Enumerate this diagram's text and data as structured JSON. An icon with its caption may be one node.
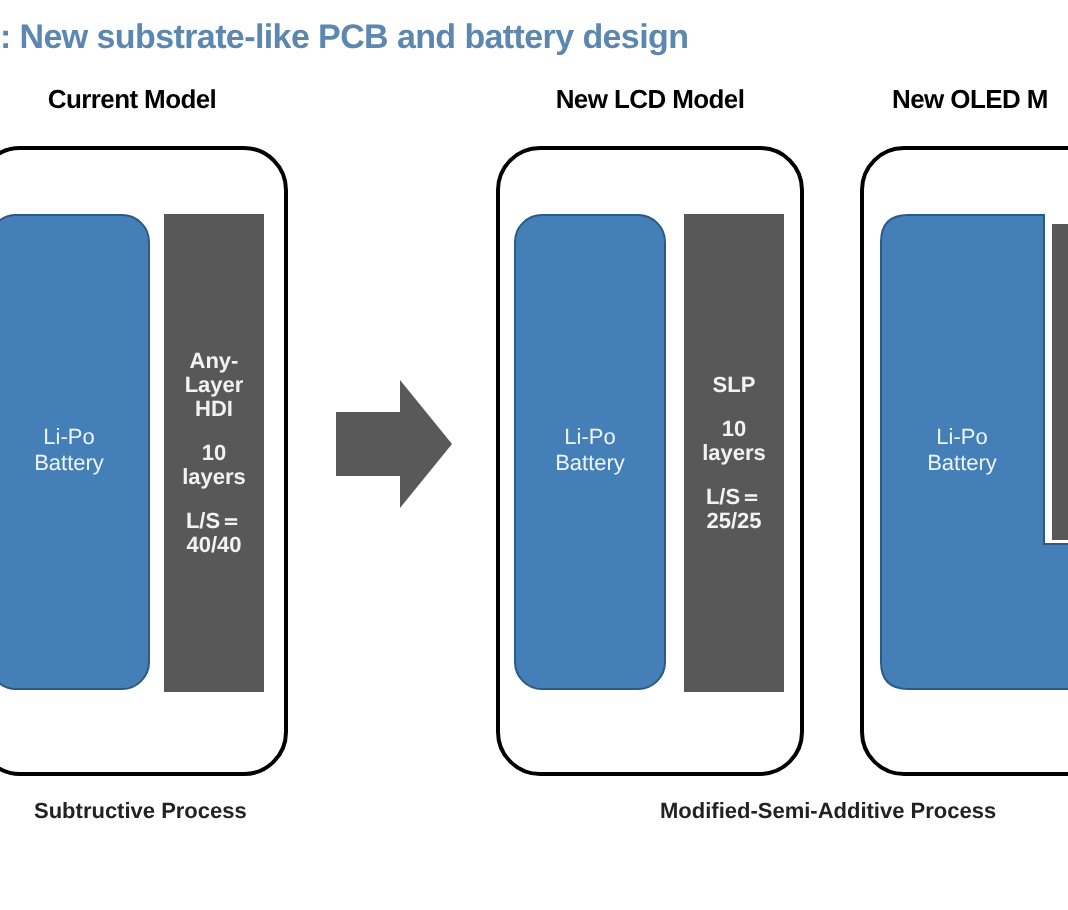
{
  "diagram": {
    "title": ": New substrate-like PCB and battery design",
    "nodes": [
      {
        "text": [
          "Current Model"
        ]
      },
      {
        "text": [
          "Li-Po Battery"
        ],
        "in": 0
      },
      {
        "text": [
          "Any-Layer HDI",
          "10 layers",
          "L/S＝ 40/40"
        ],
        "in": 0
      },
      {
        "text": [
          "New LCD Model"
        ]
      },
      {
        "text": [
          "Li-Po Battery"
        ],
        "in": 3
      },
      {
        "text": [
          "SLP",
          "10 layers",
          "L/S＝ 25/25"
        ],
        "in": 3
      },
      {
        "text": [
          "New OLED M"
        ]
      },
      {
        "text": [
          "Li-Po Battery"
        ],
        "in": 6
      },
      {
        "text": [],
        "shape": "box",
        "in": 6
      }
    ],
    "edges": [
      {
        "from": 0,
        "to": 3,
        "arrow": "to",
        "style": "thick"
      }
    ],
    "labels": [
      "Subtructive Process",
      "Modified-Semi-Additive Process"
    ]
  }
}
